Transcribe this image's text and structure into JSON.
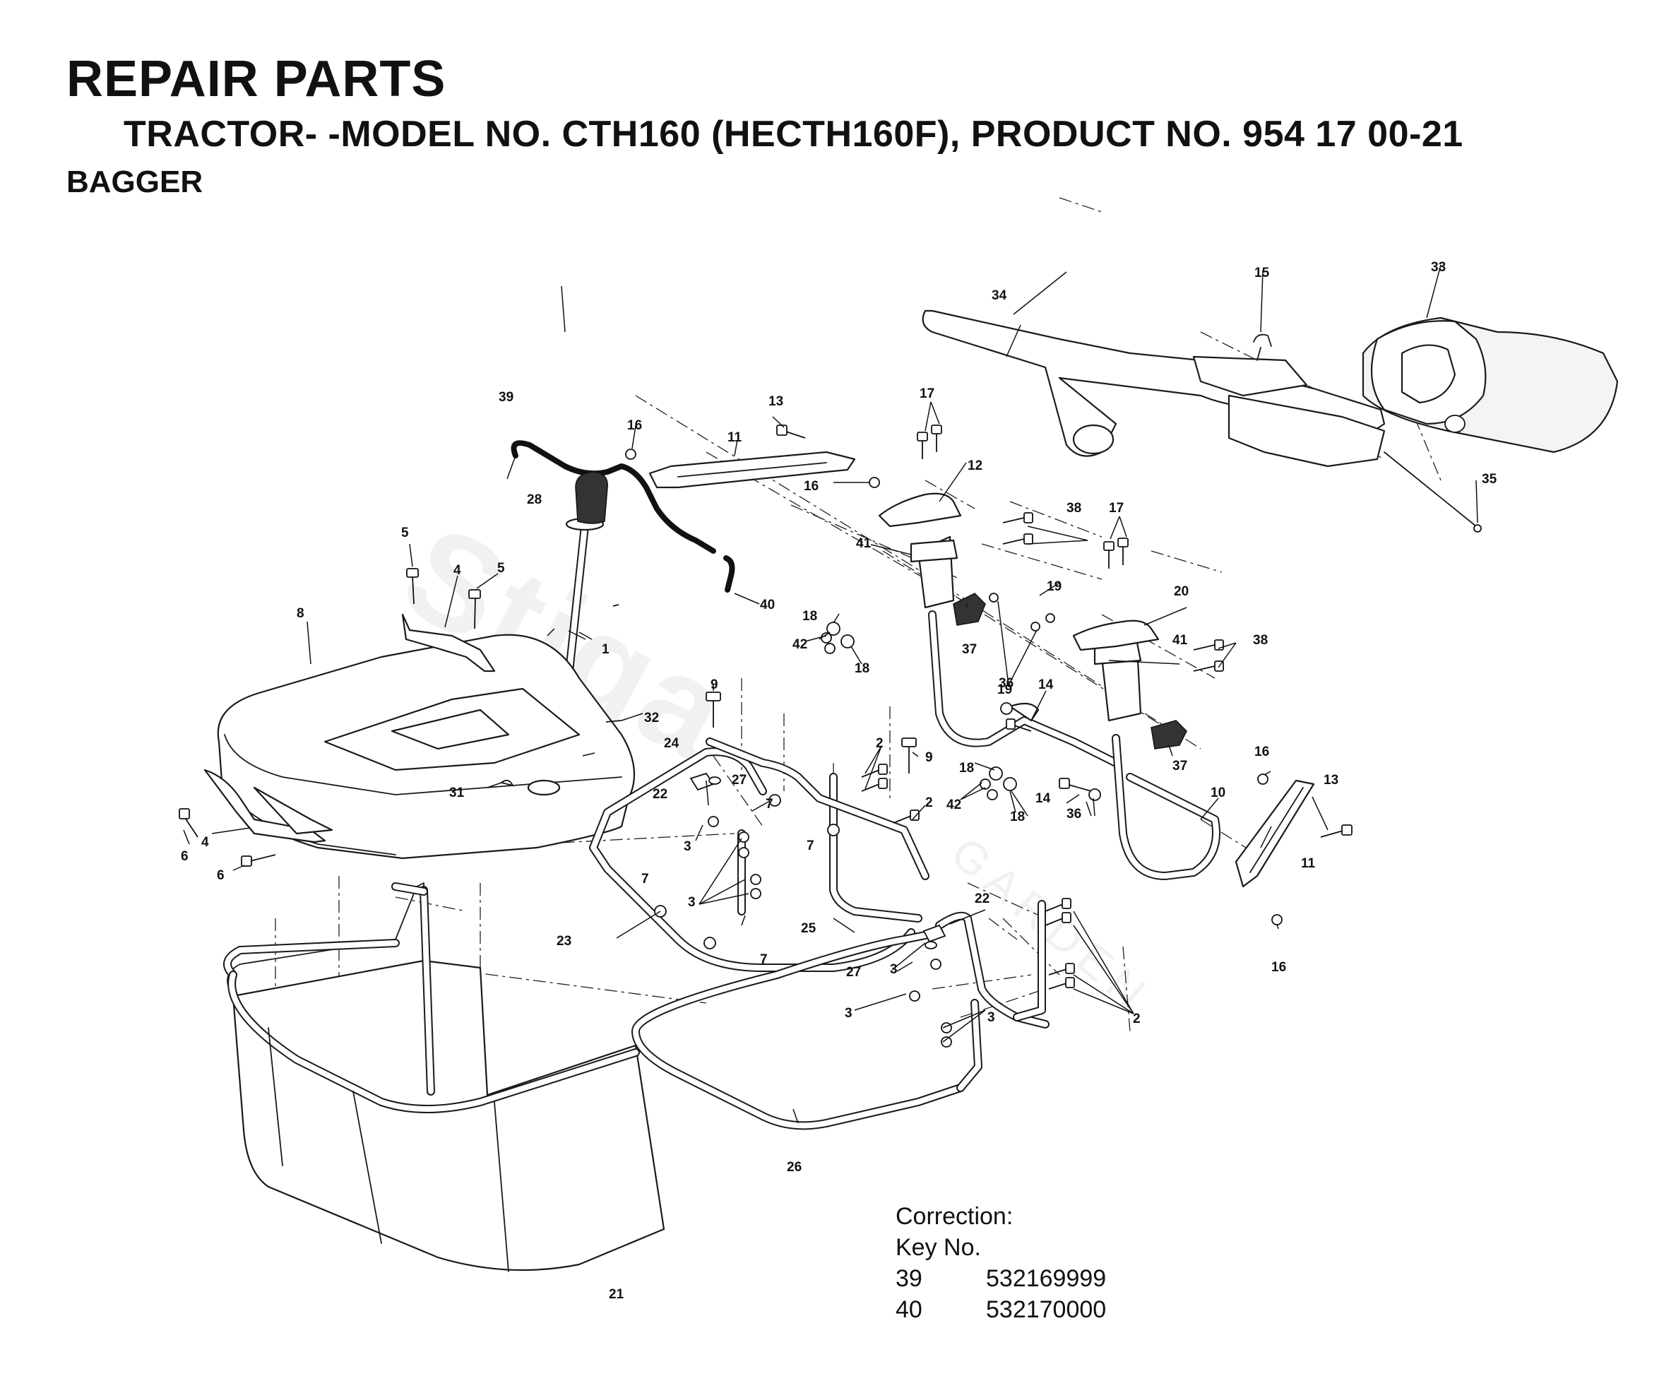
{
  "header": {
    "title": "REPAIR PARTS",
    "subtitle": "TRACTOR- -MODEL NO. CTH160 (HECTH160F), PRODUCT NO. 954 17 00-21",
    "section": "BAGGER"
  },
  "watermark": {
    "brand": "Stiga",
    "sub": "GARDEN"
  },
  "callouts": {
    "c1": "1",
    "c2a": "2",
    "c2b": "2",
    "c2c": "2",
    "c3a": "3",
    "c3b": "3",
    "c3c": "3",
    "c3d": "3",
    "c3e": "3",
    "c3f": "3",
    "c4a": "4",
    "c4b": "4",
    "c5a": "5",
    "c5b": "5",
    "c6a": "6",
    "c6b": "6",
    "c7a": "7",
    "c7b": "7",
    "c7c": "7",
    "c7d": "7",
    "c8": "8",
    "c9a": "9",
    "c9b": "9",
    "c10": "10",
    "c11a": "11",
    "c11b": "11",
    "c12": "12",
    "c13a": "13",
    "c13b": "13",
    "c14a": "14",
    "c14b": "14",
    "c15": "15",
    "c16a": "16",
    "c16b": "16",
    "c16c": "16",
    "c16d": "16",
    "c17a": "17",
    "c17b": "17",
    "c18a": "18",
    "c18b": "18",
    "c18c": "18",
    "c18d": "18",
    "c19a": "19",
    "c19b": "19",
    "c20": "20",
    "c21": "21",
    "c22a": "22",
    "c22b": "22",
    "c23": "23",
    "c24": "24",
    "c25": "25",
    "c26": "26",
    "c27a": "27",
    "c27b": "27",
    "c28": "28",
    "c31": "31",
    "c32": "32",
    "c33": "33",
    "c34": "34",
    "c35": "35",
    "c36a": "36",
    "c36b": "36",
    "c37a": "37",
    "c37b": "37",
    "c38a": "38",
    "c38b": "38",
    "c39": "39",
    "c40": "40",
    "c41a": "41",
    "c41b": "41",
    "c42a": "42",
    "c42b": "42"
  },
  "correction": {
    "heading": "Correction:",
    "key_label": "Key No.",
    "rows": [
      {
        "key": "39",
        "part": "532169999"
      },
      {
        "key": "40",
        "part": "532170000"
      }
    ]
  }
}
